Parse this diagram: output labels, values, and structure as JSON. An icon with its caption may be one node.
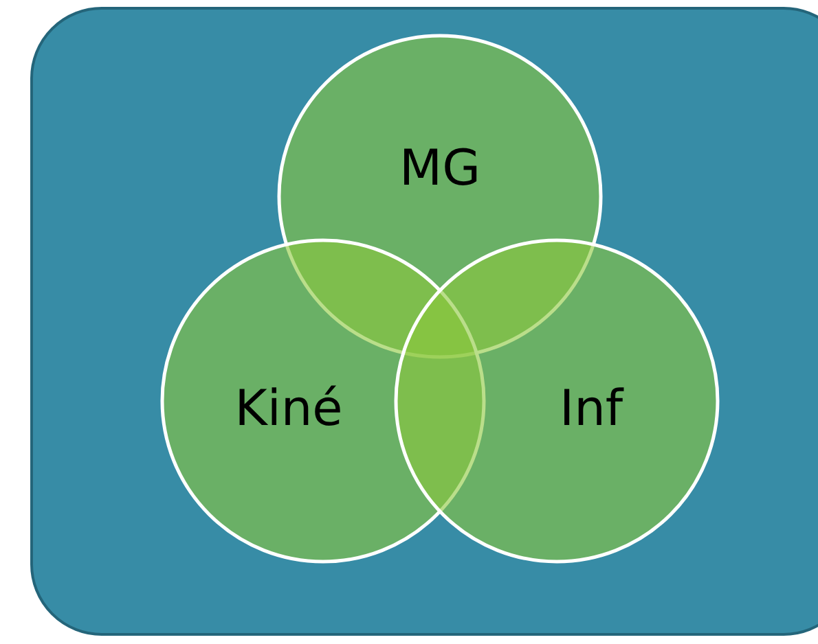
{
  "diagram": {
    "nodes": [
      {
        "text": [
          "MG"
        ]
      },
      {
        "text": [
          "Kiné"
        ]
      },
      {
        "text": [
          "Inf"
        ]
      }
    ]
  }
}
